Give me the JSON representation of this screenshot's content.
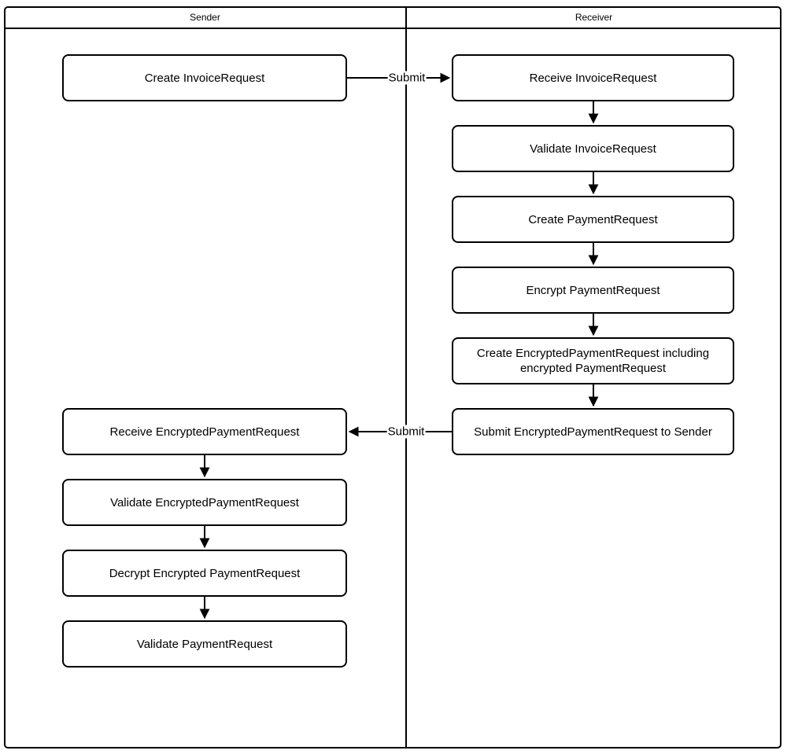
{
  "diagram": {
    "type": "swimlane-flowchart",
    "colors": {
      "line": "#000000",
      "background": "#ffffff",
      "node_fill": "#ffffff"
    },
    "lanes": [
      {
        "title": "Sender"
      },
      {
        "title": "Receiver"
      }
    ],
    "sender_nodes": [
      {
        "label": "Create InvoiceRequest"
      },
      {
        "label": "Receive EncryptedPaymentRequest"
      },
      {
        "label": "Validate EncryptedPaymentRequest"
      },
      {
        "label": "Decrypt Encrypted PaymentRequest"
      },
      {
        "label": "Validate PaymentRequest"
      }
    ],
    "receiver_nodes": [
      {
        "label": "Receive InvoiceRequest"
      },
      {
        "label": "Validate InvoiceRequest"
      },
      {
        "label": "Create PaymentRequest"
      },
      {
        "label": "Encrypt PaymentRequest"
      },
      {
        "label": "Create EncryptedPaymentRequest including encrypted PaymentRequest"
      },
      {
        "label": "Submit EncryptedPaymentRequest to Sender"
      }
    ],
    "edge_labels": [
      {
        "label": "Submit"
      },
      {
        "label": "Submit"
      }
    ]
  }
}
